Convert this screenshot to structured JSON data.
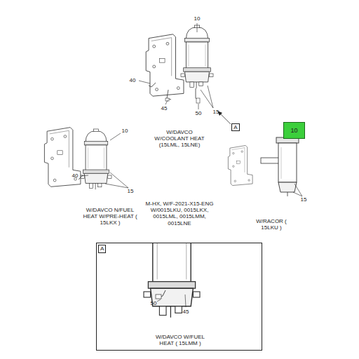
{
  "diagram": {
    "nodes": [
      {
        "text": [
          "A"
        ]
      },
      {
        "text": [
          "10"
        ]
      },
      {
        "text": [
          "A",
          "W/DAVCO W/FUEL HEAT ( 15LMM )"
        ]
      }
    ],
    "labels": [
      "10",
      "40",
      "15",
      "45",
      "50",
      "W/DAVCO W/COOLANT HEAT (15LML, 15LNE)",
      "10",
      "40",
      "15",
      "W/DAVCO N/FUEL HEAT W/PRE-HEAT ( 15LKX )",
      "M-HX, W/F-2021-X15-ENG W/0015LKU, 0015LKX, 0015LML, 0015LMM, 0015LNE",
      "15",
      "W/RACOR ( 15LKU )",
      "50",
      "45"
    ]
  }
}
